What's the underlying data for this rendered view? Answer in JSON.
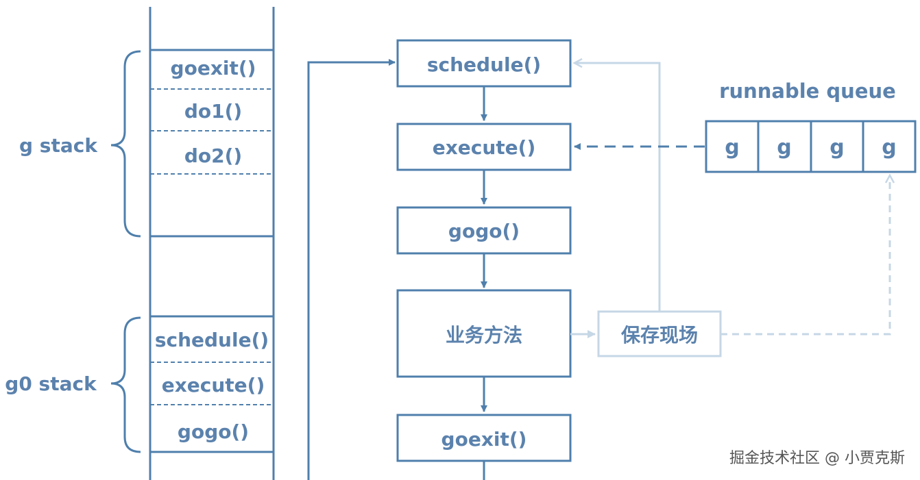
{
  "colors": {
    "primary": "#4f7fac",
    "text": "#5b82ad",
    "light": "#c6d7e6",
    "background": "#ffffff"
  },
  "g_stack": {
    "label": "g stack",
    "frames": [
      "goexit()",
      "do1()",
      "do2()"
    ]
  },
  "g0_stack": {
    "label": "g0 stack",
    "frames": [
      "schedule()",
      "execute()",
      "gogo()"
    ]
  },
  "flow": {
    "schedule": "schedule()",
    "execute": "execute()",
    "gogo": "gogo()",
    "business": "业务方法",
    "goexit": "goexit()",
    "save_context": "保存现场"
  },
  "queue": {
    "title": "runnable queue",
    "items": [
      "g",
      "g",
      "g",
      "g"
    ]
  },
  "watermark": "掘金技术社区 @ 小贾克斯"
}
